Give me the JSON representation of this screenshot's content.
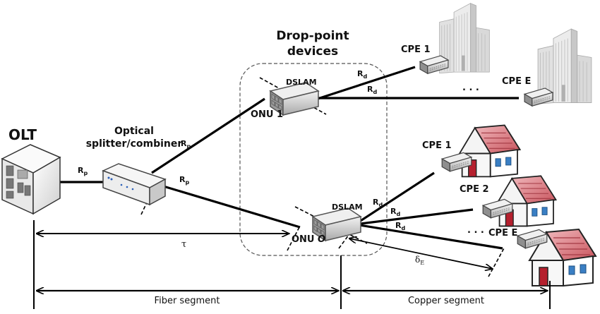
{
  "title": "Drop-point devices",
  "title_line1": "Drop-point",
  "title_line2": "devices",
  "nodes": {
    "olt": "OLT",
    "splitter_line1": "Optical",
    "splitter_line2": "splitter/combiner",
    "onu1_device": "DSLAM",
    "onu1_label": "ONU 1",
    "onuO_device": "DSLAM",
    "onuO_label_prefix": "ONU ",
    "onuO_label_var": "O"
  },
  "building_cpes": [
    "CPE 1",
    "CPE E"
  ],
  "house_cpes": [
    "CPE 1",
    "CPE 2",
    "CPE E"
  ],
  "ellipsis": ". . .",
  "rates": {
    "fiber_base": "R",
    "fiber_sub": "p",
    "copper_base": "R",
    "copper_sub": "d"
  },
  "measures": {
    "tau": "τ",
    "delta_base": "δ",
    "delta_sub": "E"
  },
  "segments": {
    "fiber": "Fiber segment",
    "copper": "Copper segment"
  },
  "colors": {
    "line": "#000000",
    "roof": "#c9545d",
    "door": "#b5202e",
    "window": "#3a7fc4",
    "device": "#c8c8c8",
    "building": "#d9d9d9"
  }
}
